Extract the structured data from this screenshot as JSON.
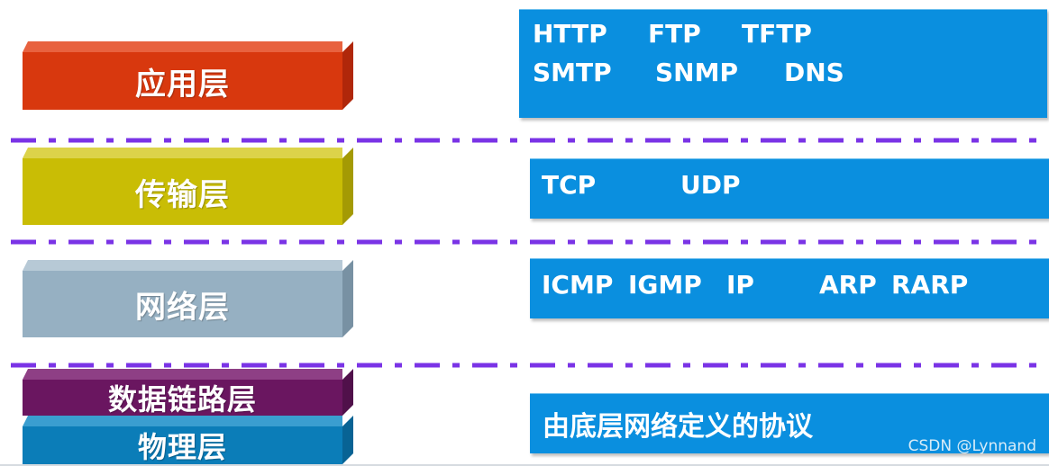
{
  "layers": [
    {
      "name": "应用层",
      "protocols": [
        "HTTP",
        "FTP",
        "TFTP",
        "SMTP",
        "SNMP",
        "DNS"
      ]
    },
    {
      "name": "传输层",
      "protocols": [
        "TCP",
        "UDP"
      ]
    },
    {
      "name": "网络层",
      "protocols": [
        "ICMP",
        "IGMP",
        "IP",
        "ARP",
        "RARP"
      ]
    },
    {
      "name": "数据链路层"
    },
    {
      "name": "物理层"
    }
  ],
  "bottom_box_text": "由底层网络定义的协议",
  "watermark": "CSDN @Lynnand",
  "colors": {
    "application": "#d8380e",
    "transport": "#c9bd05",
    "network": "#96b0c2",
    "datalink": "#6a1660",
    "physical": "#0b7db8",
    "protocol_box": "#0a8fdf",
    "dash_line": "#7a33e6"
  }
}
